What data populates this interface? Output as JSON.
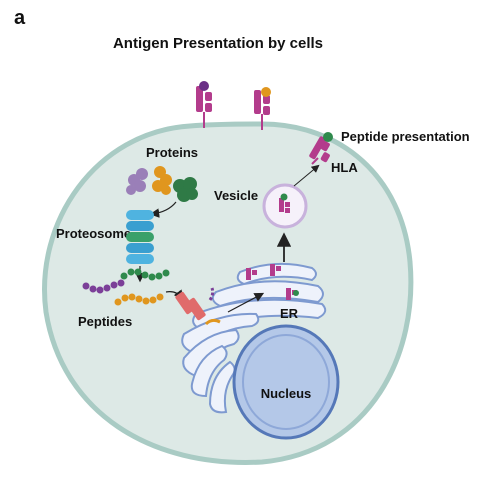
{
  "panel_letter": "a",
  "title": "Antigen Presentation by cells",
  "labels": {
    "proteins": "Proteins",
    "proteosome": "Proteosome",
    "peptides": "Peptides",
    "vesicle": "Vesicle",
    "er": "ER",
    "nucleus": "Nucleus",
    "hla": "HLA",
    "peptide_presentation": "Peptide presentation"
  },
  "colors": {
    "cell_fill": "#dde9e6",
    "cell_border": "#a9cbc4",
    "nucleus_fill": "#b4c8e8",
    "nucleus_border": "#5578b8",
    "er_fill": "#eef2fb",
    "er_border": "#7e9ad0",
    "hla": "#b33c8c",
    "peptide_green": "#2f8a4c",
    "peptide_purple": "#7b3f98",
    "peptide_orange": "#e0961e",
    "transporter": "#e06b6b"
  }
}
